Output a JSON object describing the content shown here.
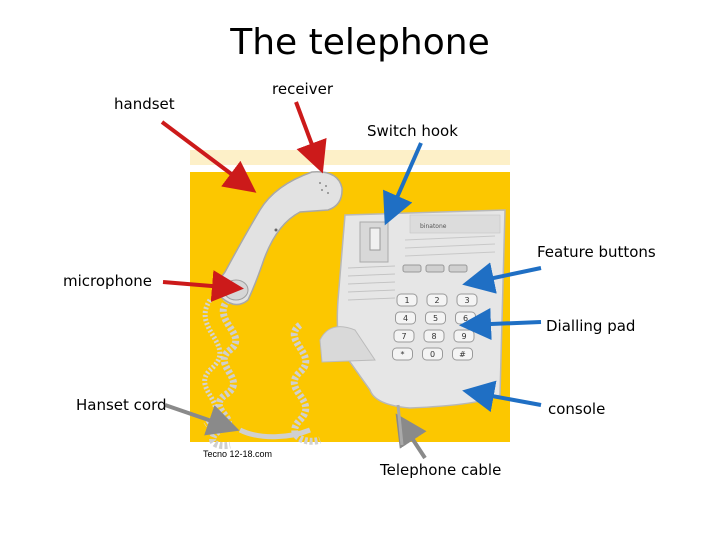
{
  "title": "The telephone",
  "labels": {
    "handset": "handset",
    "receiver": "receiver",
    "switch_hook": "Switch hook",
    "feature_buttons": "Feature buttons",
    "microphone": "microphone",
    "dialling_pad": "Dialling pad",
    "hanset_cord": "Hanset cord",
    "console": "console",
    "telephone_cable": "Telephone cable"
  },
  "credit": "Tecno 12-18.com",
  "keypad": [
    "1",
    "2",
    "3",
    "4",
    "5",
    "6",
    "7",
    "8",
    "9",
    "*",
    "0",
    "#"
  ],
  "colors": {
    "background": "#ffccoo",
    "photo_background": "#fcc700",
    "red_arrow": "#cc1a1a",
    "blue_arrow": "#1f6fc4",
    "grey_arrow": "#8a8a8a",
    "phone_body": "#e6e6e6"
  }
}
